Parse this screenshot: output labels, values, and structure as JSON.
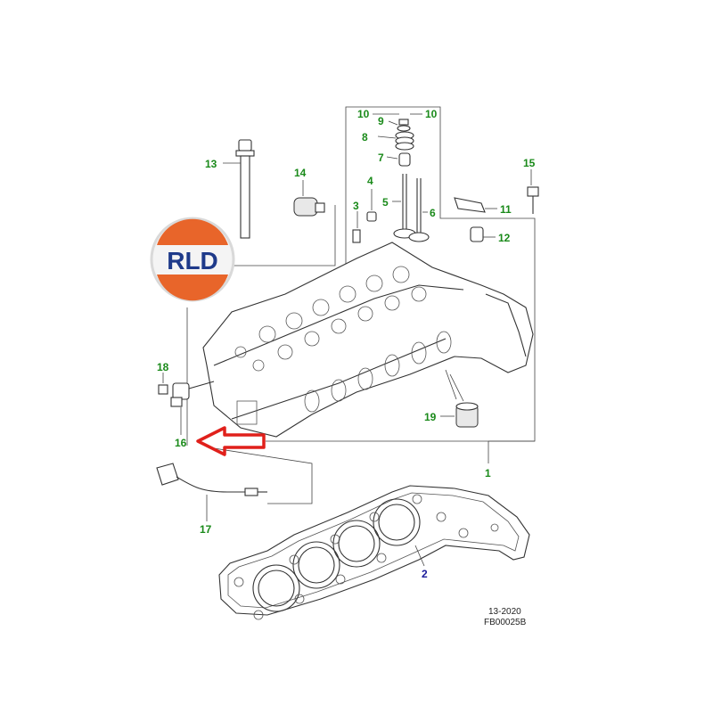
{
  "diagram": {
    "callouts": [
      {
        "id": "c10a",
        "text": "10"
      },
      {
        "id": "c10b",
        "text": "10"
      },
      {
        "id": "c9",
        "text": "9"
      },
      {
        "id": "c8",
        "text": "8"
      },
      {
        "id": "c7",
        "text": "7"
      },
      {
        "id": "c5",
        "text": "5"
      },
      {
        "id": "c6",
        "text": "6"
      },
      {
        "id": "c4",
        "text": "4"
      },
      {
        "id": "c3",
        "text": "3"
      },
      {
        "id": "c13",
        "text": "13"
      },
      {
        "id": "c14",
        "text": "14"
      },
      {
        "id": "c15",
        "text": "15"
      },
      {
        "id": "c11",
        "text": "11"
      },
      {
        "id": "c12",
        "text": "12"
      },
      {
        "id": "c18",
        "text": "18"
      },
      {
        "id": "c16",
        "text": "16"
      },
      {
        "id": "c19",
        "text": "19"
      },
      {
        "id": "c1",
        "text": "1"
      },
      {
        "id": "c17",
        "text": "17"
      },
      {
        "id": "c2",
        "text": "2"
      }
    ],
    "reference": {
      "date": "13-2020",
      "code": "FB00025B"
    },
    "logo": {
      "text": "RLD",
      "colors": {
        "orange": "#e8652a",
        "blue": "#1e3a8a",
        "ring": "#d9d9d9"
      }
    },
    "arrow": {
      "color": "#e0201b",
      "points_to": "16"
    },
    "colors": {
      "label_green": "#1a8a1a",
      "label_blue": "#1a1a9a",
      "line": "#333333"
    }
  }
}
